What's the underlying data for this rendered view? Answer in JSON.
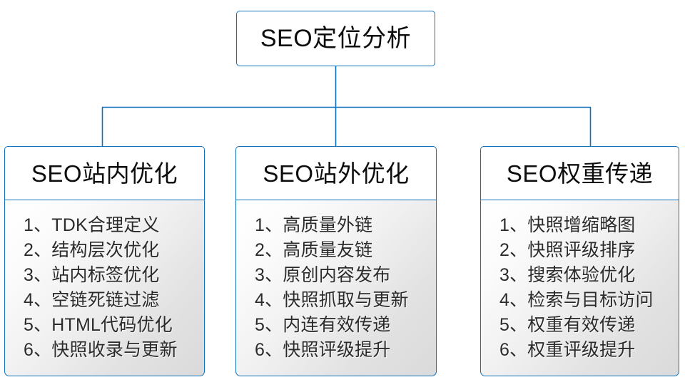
{
  "diagram": {
    "root": {
      "label": "SEO定位分析"
    },
    "colors": {
      "border_blue": "#1072BC",
      "connector_blue": "#0B6FBC",
      "head_background": "#FFFFFF",
      "body_gradient_start": "#FFFFFF",
      "body_gradient_end": "#DADADA",
      "text_dark": "#0D0D0D",
      "list_text": "#2B2B2B"
    },
    "branches": [
      {
        "title": "SEO站内优化",
        "items": [
          "1、TDK合理定义",
          "2、结构层次优化",
          "3、站内标签优化",
          "4、空链死链过滤",
          "5、HTML代码优化",
          "6、快照收录与更新"
        ]
      },
      {
        "title": "SEO站外优化",
        "items": [
          "1、高质量外链",
          "2、高质量友链",
          "3、原创内容发布",
          "4、快照抓取与更新",
          "5、内连有效传递",
          "6、快照评级提升"
        ]
      },
      {
        "title": "SEO权重传递",
        "items": [
          "1、快照增缩略图",
          "2、快照评级排序",
          "3、搜索体验优化",
          "4、检索与目标访问",
          "5、权重有效传递",
          "6、权重评级提升"
        ]
      }
    ]
  }
}
